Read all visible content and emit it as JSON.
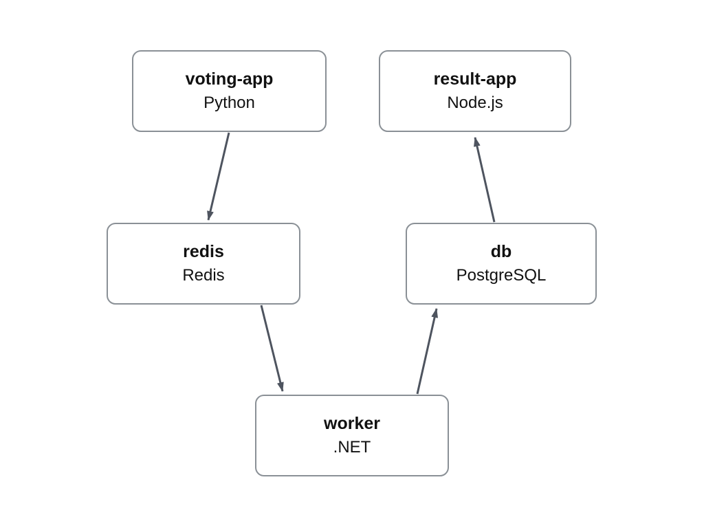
{
  "colors": {
    "background": "#ffffff",
    "node_border": "#8a9096",
    "node_fill": "#ffffff",
    "arrow": "#4e545f",
    "text": "#111111"
  },
  "nodes": [
    {
      "id": "voting-app",
      "title": "voting-app",
      "subtitle": "Python"
    },
    {
      "id": "result-app",
      "title": "result-app",
      "subtitle": "Node.js"
    },
    {
      "id": "redis",
      "title": "redis",
      "subtitle": "Redis"
    },
    {
      "id": "db",
      "title": "db",
      "subtitle": "PostgreSQL"
    },
    {
      "id": "worker",
      "title": "worker",
      "subtitle": ".NET"
    }
  ],
  "edges": [
    {
      "from": "voting-app",
      "to": "redis"
    },
    {
      "from": "redis",
      "to": "worker"
    },
    {
      "from": "worker",
      "to": "db"
    },
    {
      "from": "db",
      "to": "result-app"
    }
  ]
}
